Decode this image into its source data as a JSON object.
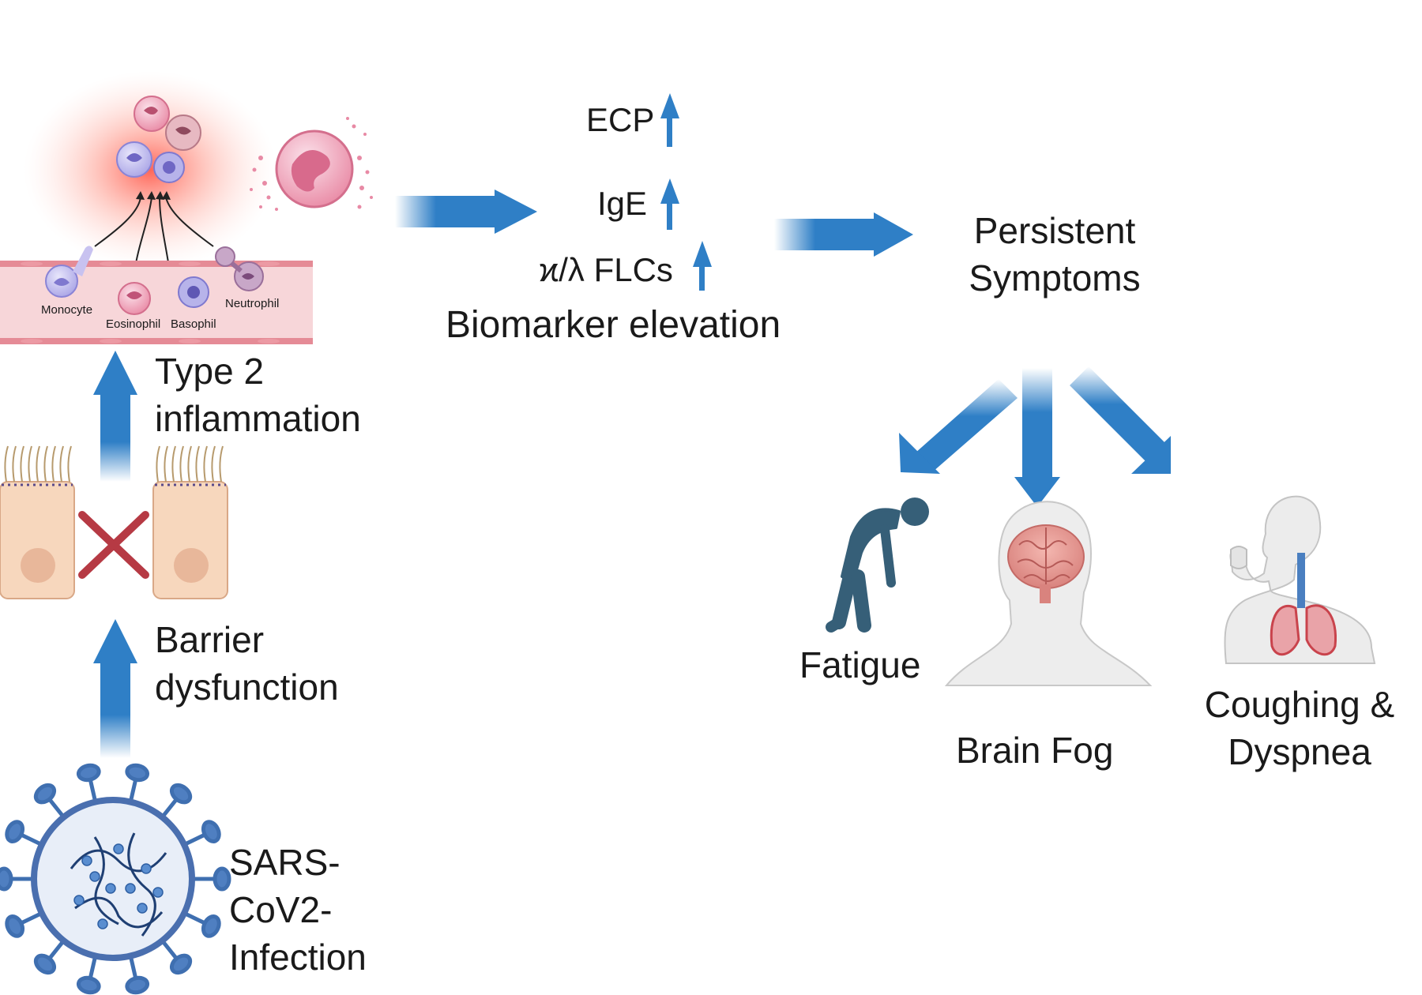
{
  "colors": {
    "arrow_blue": "#2f7fc6",
    "cell_pink": "#f2a3b5",
    "vessel_pink": "#f7d6d9",
    "epithelium": "#f7d7bd",
    "cross_red": "#b63a44",
    "virus_blue": "#3f6fb0",
    "figure_slate": "#365f78"
  },
  "icons": {
    "inflammation": "inflammation-cells-icon",
    "blood_vessel": "blood-vessel-icon",
    "epithelium": "epithelial-barrier-icon",
    "virus": "coronavirus-icon",
    "fatigue": "tired-person-icon",
    "brain": "brain-head-icon",
    "lungs": "coughing-lungs-icon"
  },
  "vessel_cells": {
    "monocyte": "Monocyte",
    "eosinophil": "Eosinophil",
    "basophil": "Basophil",
    "neutrophil": "Neutrophil"
  },
  "steps": {
    "infection": "SARS-\nCoV2-\nInfection",
    "barrier": "Barrier\ndysfunction",
    "type2": "Type 2\ninflammation"
  },
  "biomarkers": {
    "ecp": "ECP",
    "ige": "IgE",
    "flcs": "ϰ/λ FLCs",
    "caption": "Biomarker elevation"
  },
  "outcome": {
    "title": "Persistent\nSymptoms",
    "fatigue": "Fatigue",
    "brain_fog": "Brain Fog",
    "cough": "Coughing &\nDyspnea"
  }
}
